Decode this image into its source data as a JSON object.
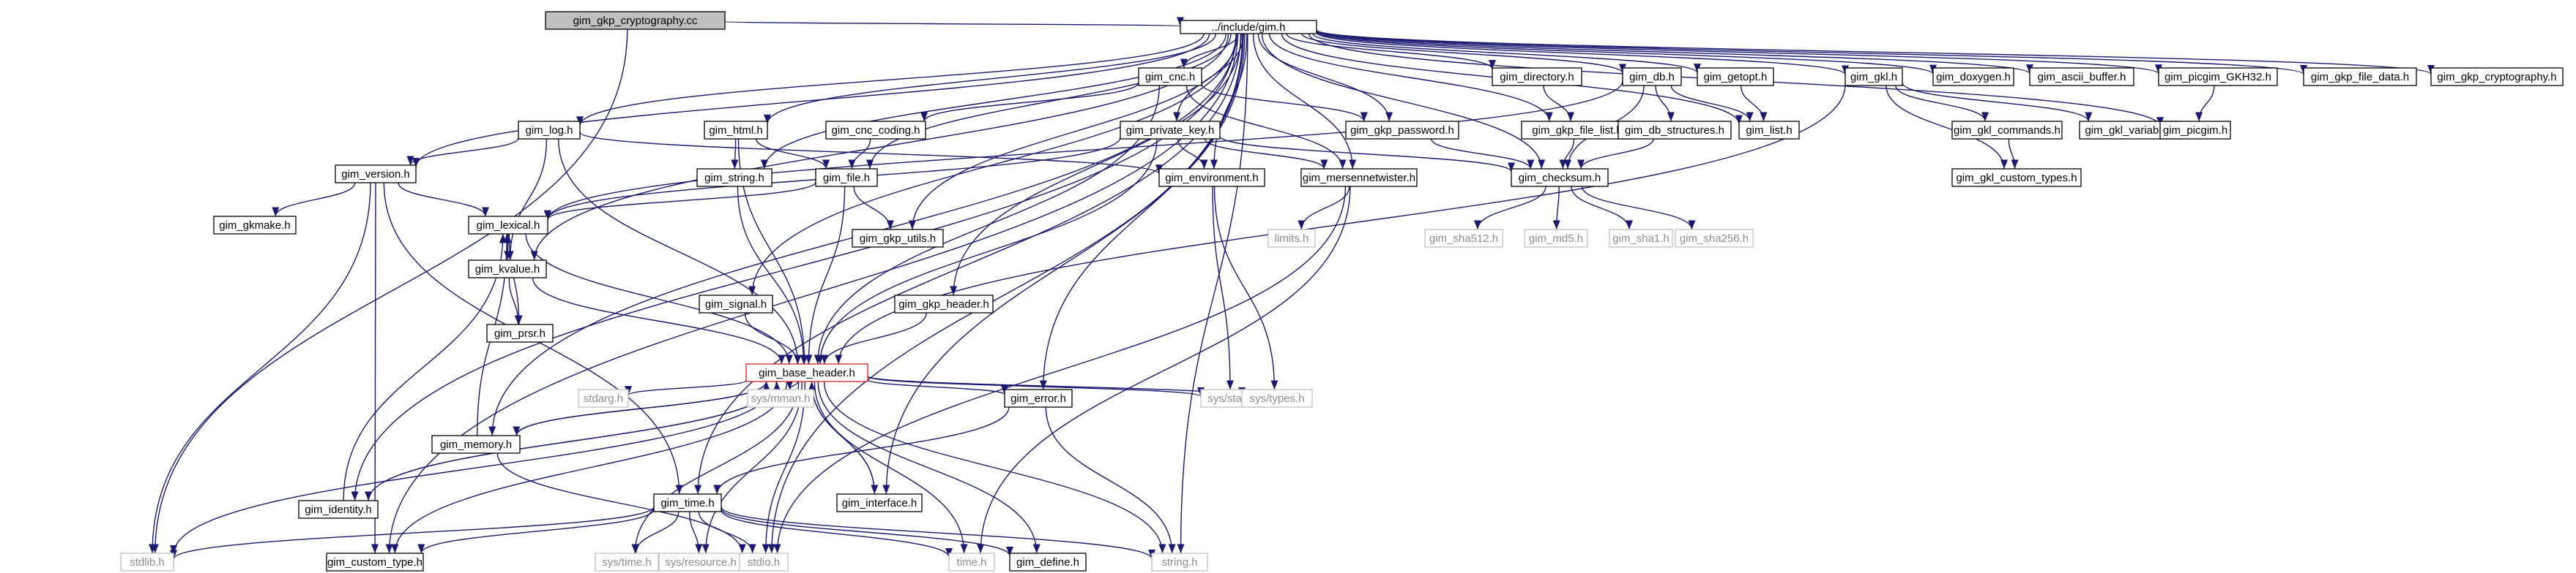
{
  "colors": {
    "edge": "#191970",
    "box_border": "#000000",
    "box_fill": "#ffffff",
    "root_fill": "#c0c0c0",
    "external_text": "#8c8c8c",
    "external_border": "#c0c0c0",
    "special_border": "#d22020"
  },
  "nodes": [
    {
      "id": "root",
      "label": "gim_gkp_cryptography.cc",
      "kind": "root"
    },
    {
      "id": "gim_h",
      "label": "../include/gim.h",
      "kind": "normal"
    },
    {
      "id": "gim_cnc_h",
      "label": "gim_cnc.h",
      "kind": "normal"
    },
    {
      "id": "gim_directory_h",
      "label": "gim_directory.h",
      "kind": "normal"
    },
    {
      "id": "gim_db_h",
      "label": "gim_db.h",
      "kind": "normal"
    },
    {
      "id": "gim_getopt_h",
      "label": "gim_getopt.h",
      "kind": "normal"
    },
    {
      "id": "gim_gkl_h",
      "label": "gim_gkl.h",
      "kind": "normal"
    },
    {
      "id": "gim_doxygen_h",
      "label": "gim_doxygen.h",
      "kind": "normal"
    },
    {
      "id": "gim_ascii_buffer_h",
      "label": "gim_ascii_buffer.h",
      "kind": "normal"
    },
    {
      "id": "gim_picgim_GKH32_h",
      "label": "gim_picgim_GKH32.h",
      "kind": "normal"
    },
    {
      "id": "gim_gkp_file_data_h",
      "label": "gim_gkp_file_data.h",
      "kind": "normal"
    },
    {
      "id": "gim_gkp_cryptography_h",
      "label": "gim_gkp_cryptography.h",
      "kind": "normal"
    },
    {
      "id": "gim_log_h",
      "label": "gim_log.h",
      "kind": "normal"
    },
    {
      "id": "gim_html_h",
      "label": "gim_html.h",
      "kind": "normal"
    },
    {
      "id": "gim_cnc_coding_h",
      "label": "gim_cnc_coding.h",
      "kind": "normal"
    },
    {
      "id": "gim_private_key_h",
      "label": "gim_private_key.h",
      "kind": "normal"
    },
    {
      "id": "gim_gkp_password_h",
      "label": "gim_gkp_password.h",
      "kind": "normal"
    },
    {
      "id": "gim_gkp_file_list_h",
      "label": "gim_gkp_file_list.h",
      "kind": "normal"
    },
    {
      "id": "gim_db_structures_h",
      "label": "gim_db_structures.h",
      "kind": "normal"
    },
    {
      "id": "gim_list_h",
      "label": "gim_list.h",
      "kind": "normal"
    },
    {
      "id": "gim_gkl_commands_h",
      "label": "gim_gkl_commands.h",
      "kind": "normal"
    },
    {
      "id": "gim_gkl_variable_h",
      "label": "gim_gkl_variable.h",
      "kind": "normal"
    },
    {
      "id": "gim_picgim_h",
      "label": "gim_picgim.h",
      "kind": "normal"
    },
    {
      "id": "gim_version_h",
      "label": "gim_version.h",
      "kind": "normal"
    },
    {
      "id": "gim_string_h",
      "label": "gim_string.h",
      "kind": "normal"
    },
    {
      "id": "gim_file_h",
      "label": "gim_file.h",
      "kind": "normal"
    },
    {
      "id": "gim_environment_h",
      "label": "gim_environment.h",
      "kind": "normal"
    },
    {
      "id": "gim_mersennetwister_h",
      "label": "gim_mersennetwister.h",
      "kind": "normal"
    },
    {
      "id": "gim_checksum_h",
      "label": "gim_checksum.h",
      "kind": "normal"
    },
    {
      "id": "gim_gkl_custom_types_h",
      "label": "gim_gkl_custom_types.h",
      "kind": "normal"
    },
    {
      "id": "gim_gkmake_h",
      "label": "gim_gkmake.h",
      "kind": "normal"
    },
    {
      "id": "gim_lexical_h",
      "label": "gim_lexical.h",
      "kind": "normal"
    },
    {
      "id": "gim_gkp_utils_h",
      "label": "gim_gkp_utils.h",
      "kind": "normal"
    },
    {
      "id": "limits_h",
      "label": "limits.h",
      "kind": "external"
    },
    {
      "id": "gim_sha512_h",
      "label": "gim_sha512.h",
      "kind": "external"
    },
    {
      "id": "gim_md5_h",
      "label": "gim_md5.h",
      "kind": "external"
    },
    {
      "id": "gim_sha1_h",
      "label": "gim_sha1.h",
      "kind": "external"
    },
    {
      "id": "gim_sha256_h",
      "label": "gim_sha256.h",
      "kind": "external"
    },
    {
      "id": "gim_kvalue_h",
      "label": "gim_kvalue.h",
      "kind": "normal"
    },
    {
      "id": "gim_signal_h",
      "label": "gim_signal.h",
      "kind": "normal"
    },
    {
      "id": "gim_gkp_header_h",
      "label": "gim_gkp_header.h",
      "kind": "normal"
    },
    {
      "id": "gim_prsr_h",
      "label": "gim_prsr.h",
      "kind": "normal"
    },
    {
      "id": "gim_base_header_h",
      "label": "gim_base_header.h",
      "kind": "special"
    },
    {
      "id": "stdarg_h",
      "label": "stdarg.h",
      "kind": "external"
    },
    {
      "id": "sys_mman_h",
      "label": "sys/mman.h",
      "kind": "external"
    },
    {
      "id": "gim_error_h",
      "label": "gim_error.h",
      "kind": "normal"
    },
    {
      "id": "sys_stat_h",
      "label": "sys/stat.h",
      "kind": "external"
    },
    {
      "id": "sys_types_h",
      "label": "sys/types.h",
      "kind": "external"
    },
    {
      "id": "gim_memory_h",
      "label": "gim_memory.h",
      "kind": "normal"
    },
    {
      "id": "gim_interface_h",
      "label": "gim_interface.h",
      "kind": "normal"
    },
    {
      "id": "gim_time_h",
      "label": "gim_time.h",
      "kind": "normal"
    },
    {
      "id": "gim_identity_h",
      "label": "gim_identity.h",
      "kind": "normal"
    },
    {
      "id": "stdlib_h",
      "label": "stdlib.h",
      "kind": "external"
    },
    {
      "id": "gim_custom_type_h",
      "label": "gim_custom_type.h",
      "kind": "normal"
    },
    {
      "id": "sys_time_h",
      "label": "sys/time.h",
      "kind": "external"
    },
    {
      "id": "sys_resource_h",
      "label": "sys/resource.h",
      "kind": "external"
    },
    {
      "id": "stdio_h",
      "label": "stdio.h",
      "kind": "external"
    },
    {
      "id": "time_h",
      "label": "time.h",
      "kind": "external"
    },
    {
      "id": "gim_define_h",
      "label": "gim_define.h",
      "kind": "normal"
    },
    {
      "id": "string_h",
      "label": "string.h",
      "kind": "external"
    }
  ],
  "edges": [
    [
      "root",
      "gim_h"
    ],
    [
      "root",
      "stdlib_h"
    ],
    [
      "gim_h",
      "gim_cnc_h"
    ],
    [
      "gim_h",
      "gim_directory_h"
    ],
    [
      "gim_h",
      "gim_db_h"
    ],
    [
      "gim_h",
      "gim_getopt_h"
    ],
    [
      "gim_h",
      "gim_gkl_h"
    ],
    [
      "gim_h",
      "gim_doxygen_h"
    ],
    [
      "gim_h",
      "gim_ascii_buffer_h"
    ],
    [
      "gim_h",
      "gim_picgim_GKH32_h"
    ],
    [
      "gim_h",
      "gim_gkp_file_data_h"
    ],
    [
      "gim_h",
      "gim_gkp_cryptography_h"
    ],
    [
      "gim_h",
      "gim_log_h"
    ],
    [
      "gim_h",
      "gim_html_h"
    ],
    [
      "gim_h",
      "gim_private_key_h"
    ],
    [
      "gim_h",
      "gim_gkp_password_h"
    ],
    [
      "gim_h",
      "gim_gkp_file_list_h"
    ],
    [
      "gim_h",
      "gim_list_h"
    ],
    [
      "gim_h",
      "gim_picgim_h"
    ],
    [
      "gim_h",
      "gim_version_h"
    ],
    [
      "gim_h",
      "gim_string_h"
    ],
    [
      "gim_h",
      "gim_file_h"
    ],
    [
      "gim_h",
      "gim_environment_h"
    ],
    [
      "gim_h",
      "gim_mersennetwister_h"
    ],
    [
      "gim_h",
      "gim_checksum_h"
    ],
    [
      "gim_h",
      "gim_gkp_utils_h"
    ],
    [
      "gim_h",
      "gim_kvalue_h"
    ],
    [
      "gim_h",
      "gim_signal_h"
    ],
    [
      "gim_h",
      "gim_gkp_header_h"
    ],
    [
      "gim_h",
      "gim_error_h"
    ],
    [
      "gim_h",
      "gim_memory_h"
    ],
    [
      "gim_h",
      "gim_interface_h"
    ],
    [
      "gim_h",
      "gim_time_h"
    ],
    [
      "gim_h",
      "gim_identity_h"
    ],
    [
      "gim_h",
      "gim_custom_type_h"
    ],
    [
      "gim_h",
      "stdio_h"
    ],
    [
      "gim_h",
      "string_h"
    ],
    [
      "gim_cnc_h",
      "gim_cnc_coding_h"
    ],
    [
      "gim_cnc_h",
      "gim_gkp_password_h"
    ],
    [
      "gim_cnc_h",
      "gim_mersennetwister_h"
    ],
    [
      "gim_cnc_h",
      "gim_base_header_h"
    ],
    [
      "gim_directory_h",
      "gim_gkp_file_list_h"
    ],
    [
      "gim_db_h",
      "gim_db_structures_h"
    ],
    [
      "gim_db_h",
      "gim_list_h"
    ],
    [
      "gim_db_h",
      "gim_checksum_h"
    ],
    [
      "gim_db_h",
      "gim_lexical_h"
    ],
    [
      "gim_getopt_h",
      "gim_list_h"
    ],
    [
      "gim_gkl_h",
      "gim_gkl_commands_h"
    ],
    [
      "gim_gkl_h",
      "gim_gkl_variable_h"
    ],
    [
      "gim_gkl_h",
      "gim_gkl_custom_types_h"
    ],
    [
      "gim_gkl_h",
      "gim_base_header_h"
    ],
    [
      "gim_picgim_GKH32_h",
      "gim_picgim_h"
    ],
    [
      "gim_log_h",
      "gim_version_h"
    ],
    [
      "gim_log_h",
      "gim_environment_h"
    ],
    [
      "gim_log_h",
      "gim_kvalue_h"
    ],
    [
      "gim_log_h",
      "gim_base_header_h"
    ],
    [
      "gim_html_h",
      "gim_string_h"
    ],
    [
      "gim_html_h",
      "gim_file_h"
    ],
    [
      "gim_html_h",
      "gim_base_header_h"
    ],
    [
      "gim_cnc_coding_h",
      "gim_file_h"
    ],
    [
      "gim_private_key_h",
      "gim_environment_h"
    ],
    [
      "gim_private_key_h",
      "gim_mersennetwister_h"
    ],
    [
      "gim_private_key_h",
      "gim_checksum_h"
    ],
    [
      "gim_private_key_h",
      "gim_lexical_h"
    ],
    [
      "gim_private_key_h",
      "gim_base_header_h"
    ],
    [
      "gim_gkp_password_h",
      "gim_checksum_h"
    ],
    [
      "gim_gkp_file_list_h",
      "gim_checksum_h"
    ],
    [
      "gim_db_structures_h",
      "gim_checksum_h"
    ],
    [
      "gim_gkl_commands_h",
      "gim_gkl_custom_types_h"
    ],
    [
      "gim_version_h",
      "gim_gkmake_h"
    ],
    [
      "gim_version_h",
      "gim_lexical_h"
    ],
    [
      "gim_version_h",
      "stdlib_h"
    ],
    [
      "gim_version_h",
      "gim_time_h"
    ],
    [
      "gim_version_h",
      "gim_custom_type_h"
    ],
    [
      "gim_string_h",
      "gim_base_header_h"
    ],
    [
      "gim_file_h",
      "gim_lexical_h"
    ],
    [
      "gim_file_h",
      "gim_gkp_utils_h"
    ],
    [
      "gim_file_h",
      "gim_base_header_h"
    ],
    [
      "gim_environment_h",
      "sys_stat_h"
    ],
    [
      "gim_environment_h",
      "sys_types_h"
    ],
    [
      "gim_mersennetwister_h",
      "limits_h"
    ],
    [
      "gim_mersennetwister_h",
      "stdio_h"
    ],
    [
      "gim_mersennetwister_h",
      "time_h"
    ],
    [
      "gim_checksum_h",
      "gim_sha512_h"
    ],
    [
      "gim_checksum_h",
      "gim_md5_h"
    ],
    [
      "gim_checksum_h",
      "gim_sha1_h"
    ],
    [
      "gim_checksum_h",
      "gim_sha256_h"
    ],
    [
      "gim_lexical_h",
      "gim_kvalue_h"
    ],
    [
      "gim_lexical_h",
      "gim_prsr_h"
    ],
    [
      "gim_lexical_h",
      "gim_base_header_h"
    ],
    [
      "gim_kvalue_h",
      "gim_lexical_h"
    ],
    [
      "gim_kvalue_h",
      "gim_prsr_h"
    ],
    [
      "gim_kvalue_h",
      "gim_base_header_h"
    ],
    [
      "gim_signal_h",
      "gim_base_header_h"
    ],
    [
      "gim_gkp_header_h",
      "gim_base_header_h"
    ],
    [
      "gim_base_header_h",
      "stdarg_h"
    ],
    [
      "gim_base_header_h",
      "sys_mman_h"
    ],
    [
      "gim_base_header_h",
      "gim_error_h"
    ],
    [
      "gim_base_header_h",
      "sys_stat_h"
    ],
    [
      "gim_base_header_h",
      "sys_types_h"
    ],
    [
      "gim_base_header_h",
      "gim_memory_h"
    ],
    [
      "gim_base_header_h",
      "gim_interface_h"
    ],
    [
      "gim_base_header_h",
      "gim_identity_h"
    ],
    [
      "gim_base_header_h",
      "stdlib_h"
    ],
    [
      "gim_base_header_h",
      "gim_custom_type_h"
    ],
    [
      "gim_base_header_h",
      "sys_time_h"
    ],
    [
      "gim_base_header_h",
      "sys_resource_h"
    ],
    [
      "gim_base_header_h",
      "stdio_h"
    ],
    [
      "gim_base_header_h",
      "time_h"
    ],
    [
      "gim_base_header_h",
      "gim_define_h"
    ],
    [
      "gim_base_header_h",
      "string_h"
    ],
    [
      "gim_error_h",
      "gim_time_h"
    ],
    [
      "gim_error_h",
      "string_h"
    ],
    [
      "gim_memory_h",
      "gim_lexical_h"
    ],
    [
      "gim_memory_h",
      "gim_base_header_h"
    ],
    [
      "gim_memory_h",
      "stdio_h"
    ],
    [
      "gim_interface_h",
      "gim_base_header_h"
    ],
    [
      "gim_identity_h",
      "gim_lexical_h"
    ],
    [
      "gim_identity_h",
      "gim_base_header_h"
    ],
    [
      "gim_time_h",
      "gim_custom_type_h"
    ],
    [
      "gim_time_h",
      "sys_time_h"
    ],
    [
      "gim_time_h",
      "sys_resource_h"
    ],
    [
      "gim_time_h",
      "stdio_h"
    ],
    [
      "gim_time_h",
      "time_h"
    ],
    [
      "gim_time_h",
      "gim_define_h"
    ],
    [
      "gim_time_h",
      "string_h"
    ],
    [
      "gim_time_h",
      "stdlib_h"
    ]
  ]
}
